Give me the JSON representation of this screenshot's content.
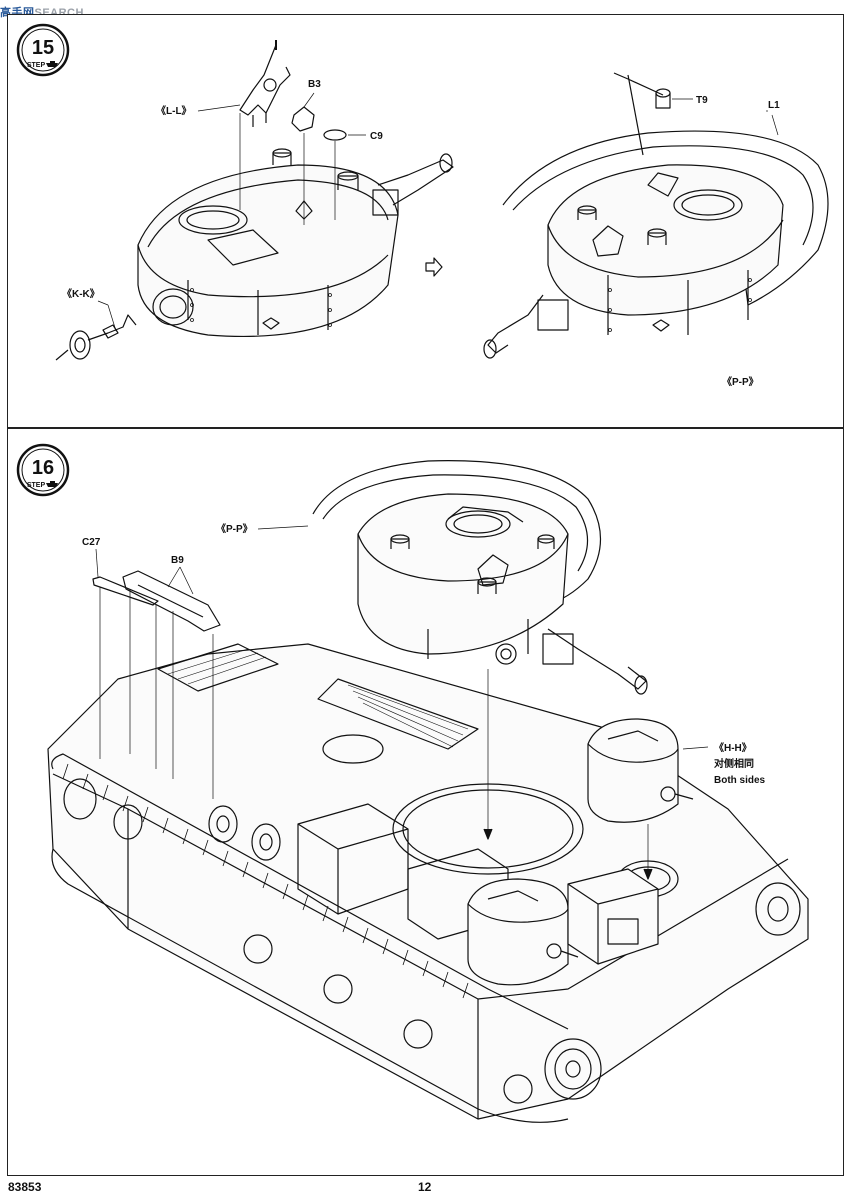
{
  "watermark": {
    "brand": "高手网",
    "suffix": "SEARCH"
  },
  "steps": [
    {
      "number": "15",
      "word": "STEP",
      "labels": {
        "ll": "《L-L》",
        "b3": "B3",
        "c9": "C9",
        "kk": "《K-K》",
        "t9": "T9",
        "l1": "L1",
        "pp": "《P-P》"
      }
    },
    {
      "number": "16",
      "word": "STEP",
      "labels": {
        "pp": "《P-P》",
        "c27": "C27",
        "b9": "B9",
        "hh": "《H-H》",
        "hh_cn": "对侧相同",
        "hh_en": "Both sides"
      }
    }
  ],
  "footer": {
    "code": "83853",
    "page": "12"
  }
}
